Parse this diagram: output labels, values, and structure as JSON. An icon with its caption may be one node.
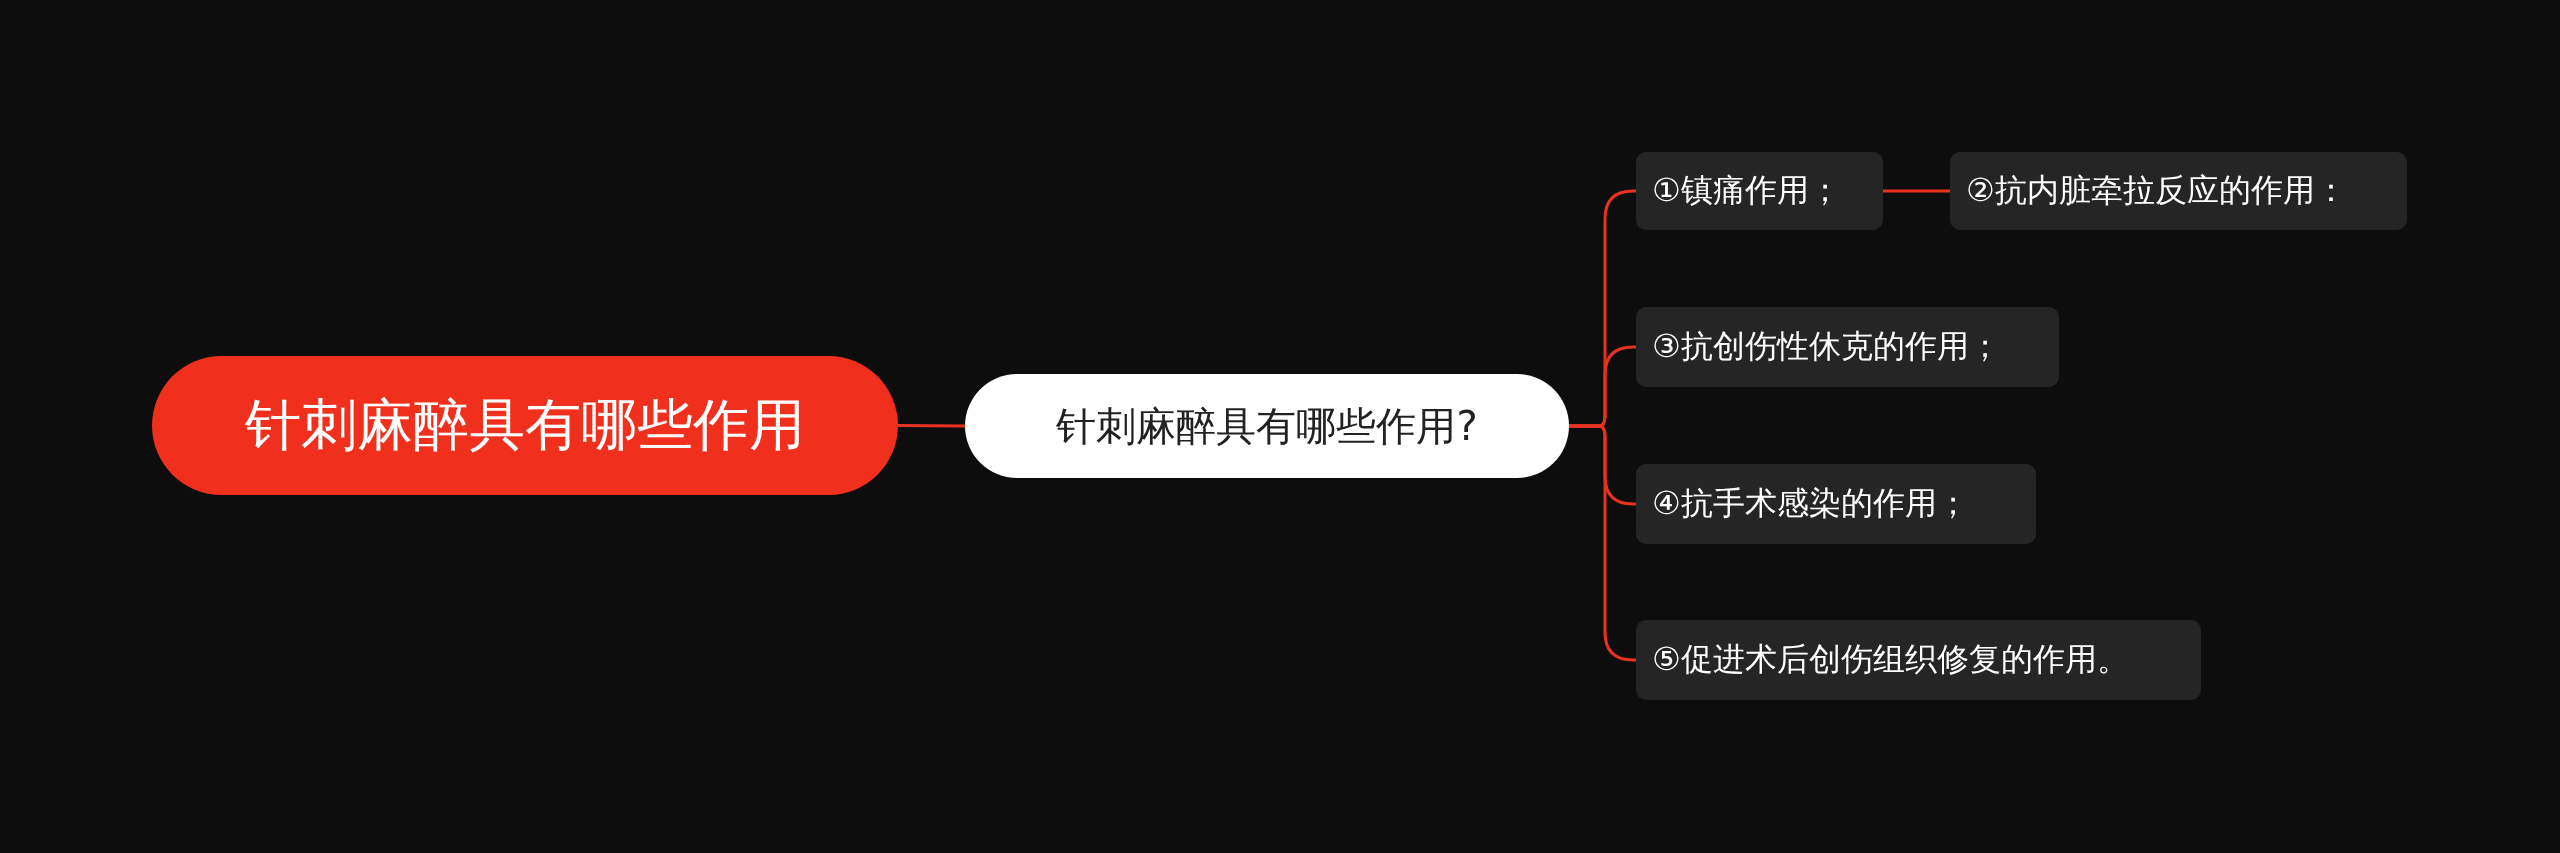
{
  "diagram": {
    "nodes": [
      {
        "text": [
          "针刺麻醉具有哪些作用"
        ]
      },
      {
        "text": [
          "针刺麻醉具有哪些作用?"
        ]
      },
      {
        "text": [
          "①镇痛作用；"
        ]
      },
      {
        "text": [
          "②抗内脏牵拉反应的作用："
        ]
      },
      {
        "text": [
          "③抗创伤性休克的作用；"
        ]
      },
      {
        "text": [
          "④抗手术感染的作用；"
        ]
      },
      {
        "text": [
          "⑤促进术后创伤组织修复的作用。"
        ]
      }
    ],
    "edges": [
      {
        "from": 0,
        "to": 1,
        "arrow": "none"
      },
      {
        "from": 1,
        "to": 2,
        "arrow": "none"
      },
      {
        "from": 2,
        "to": 3,
        "arrow": "none"
      },
      {
        "from": 1,
        "to": 4,
        "arrow": "none"
      },
      {
        "from": 1,
        "to": 5,
        "arrow": "none"
      },
      {
        "from": 1,
        "to": 6,
        "arrow": "none"
      }
    ]
  }
}
